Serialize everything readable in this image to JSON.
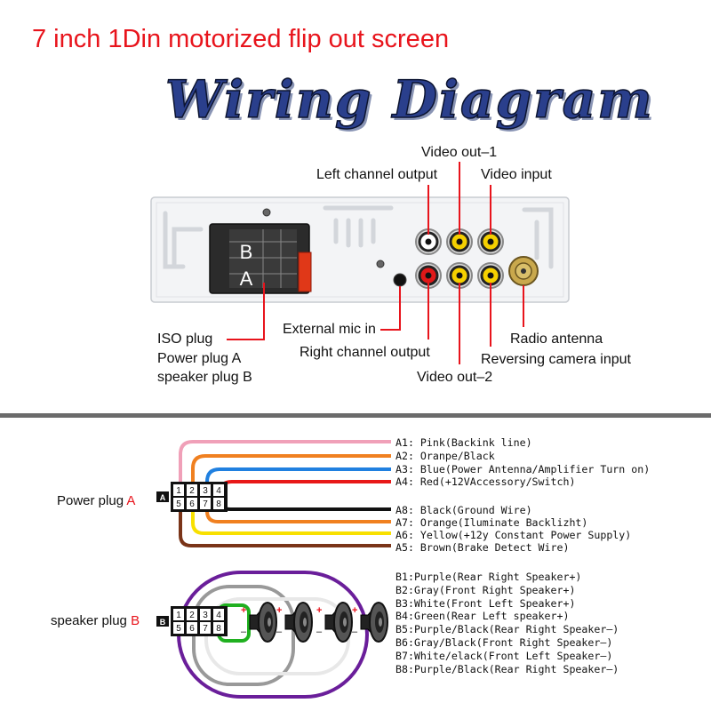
{
  "header": {
    "title": "7 inch 1Din motorized flip out screen",
    "diagram_title": "Wiring Diagram"
  },
  "back_panel": {
    "iso_block_letters": [
      "B",
      "A"
    ],
    "callouts": {
      "video_out_1": "Video out–1",
      "left_channel_output": "Left channel output",
      "video_input": "Video input",
      "external_mic_in": "External mic in",
      "right_channel_output": "Right channel output",
      "video_out_2": "Video out–2",
      "radio_antenna": "Radio antenna",
      "reversing_camera_input": "Reversing camera input",
      "iso_plug": "ISO plug",
      "power_plug_a": "Power plug A",
      "speaker_plug_b": "speaker plug B"
    }
  },
  "power_plug": {
    "label": "Power plug ",
    "letter": "A",
    "pins": [
      "1",
      "2",
      "3",
      "4",
      "5",
      "6",
      "7",
      "8"
    ],
    "tag": "A",
    "wires": [
      {
        "text": "A1: Pink(Backink line)",
        "color": "#f0a0b8"
      },
      {
        "text": "A2: Oranpe/Black",
        "color": "#f08020"
      },
      {
        "text": "A3: Blue(Power Antenna/Amplifier Turn on)",
        "color": "#2080e0"
      },
      {
        "text": "A4: Red(+12VAccessory/Switch)",
        "color": "#e81818"
      },
      {
        "text": "A8: Black(Ground Wire)",
        "color": "#111111"
      },
      {
        "text": "A7: Orange(Iluminate Backlizht)",
        "color": "#f08020"
      },
      {
        "text": "A6: Yellow(+12y Constant Power Supply)",
        "color": "#f8e000"
      },
      {
        "text": "A5: Brown(Brake Detect Wire)",
        "color": "#7a3418"
      }
    ]
  },
  "speaker_plug": {
    "label": "speaker plug ",
    "letter": "B",
    "pins": [
      "1",
      "2",
      "3",
      "4",
      "5",
      "6",
      "7",
      "8"
    ],
    "tag": "B",
    "wires": [
      {
        "text": "B1:Purple(Rear Right Speaker+)",
        "color": "#6a1e9a"
      },
      {
        "text": "B2:Gray(Front Right Speaker+)",
        "color": "#999999"
      },
      {
        "text": "B3:White(Front Left Speaker+)",
        "color": "#ffffff"
      },
      {
        "text": "B4:Green(Rear Left speaker+)",
        "color": "#20b020"
      },
      {
        "text": "B5:Purple/Black(Rear Right Speaker–)",
        "color": "#6a1e9a"
      },
      {
        "text": "B6:Gray/Black(Front Right Speaker–)",
        "color": "#999999"
      },
      {
        "text": "B7:White/elack(Front Left Speaker–)",
        "color": "#ffffff"
      },
      {
        "text": "B8:Purple/Black(Rear Right Speaker–)",
        "color": "#6a1e9a"
      }
    ],
    "polarity": {
      "plus": "+",
      "minus": "–"
    }
  }
}
